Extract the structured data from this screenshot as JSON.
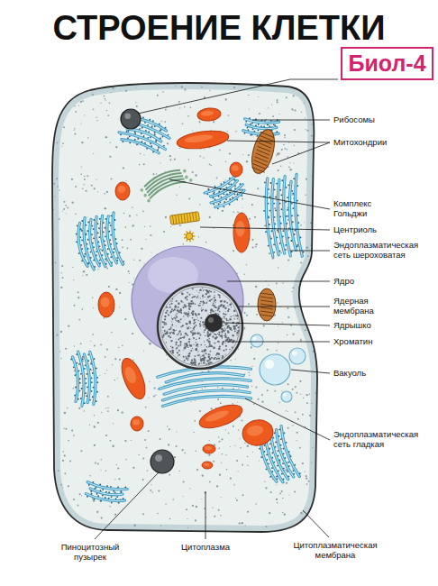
{
  "diagram": {
    "title": "СТРОЕНИЕ КЛЕТКИ",
    "nodes": [
      {
        "text": [
          "Биол-4"
        ]
      }
    ],
    "labels": [
      "Рибосомы",
      "Митохондрии",
      "Комплекс Гольджи",
      "Центриоль",
      "Эндоплазматическая сеть шероховатая",
      "Ядро",
      "Ядерная мембрана",
      "Ядрышко",
      "Хроматин",
      "Вакуоль",
      "Эндоплазматическая сеть гладкая",
      "Пиноцитозный пузырек",
      "Цитоплазма",
      "Цитоплазматическая мембрана"
    ]
  }
}
